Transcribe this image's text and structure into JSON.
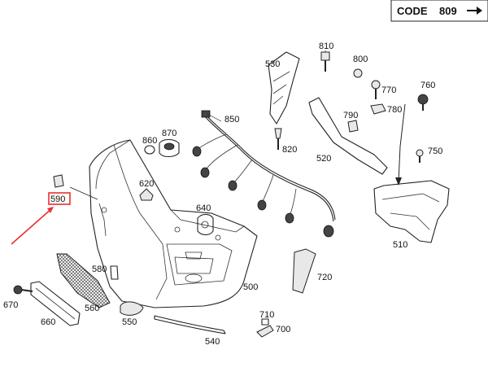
{
  "header": {
    "code_label": "CODE",
    "code_number": "809",
    "arrow_icon": "right-arrow-icon"
  },
  "callouts": {
    "p500": "500",
    "p510": "510",
    "p520": "520",
    "p530": "530",
    "p540": "540",
    "p550": "550",
    "p560": "560",
    "p580": "580",
    "p590": "590",
    "p620": "620",
    "p640": "640",
    "p660": "660",
    "p670": "670",
    "p700": "700",
    "p710": "710",
    "p720": "720",
    "p750": "750",
    "p760": "760",
    "p770": "770",
    "p780": "780",
    "p790": "790",
    "p800": "800",
    "p810": "810",
    "p820": "820",
    "p850": "850",
    "p860": "860",
    "p870": "870"
  },
  "highlight": {
    "part": "590",
    "color": "#e8312e"
  },
  "colors": {
    "outline": "#222222",
    "accent": "#e8312e",
    "background": "#ffffff"
  }
}
